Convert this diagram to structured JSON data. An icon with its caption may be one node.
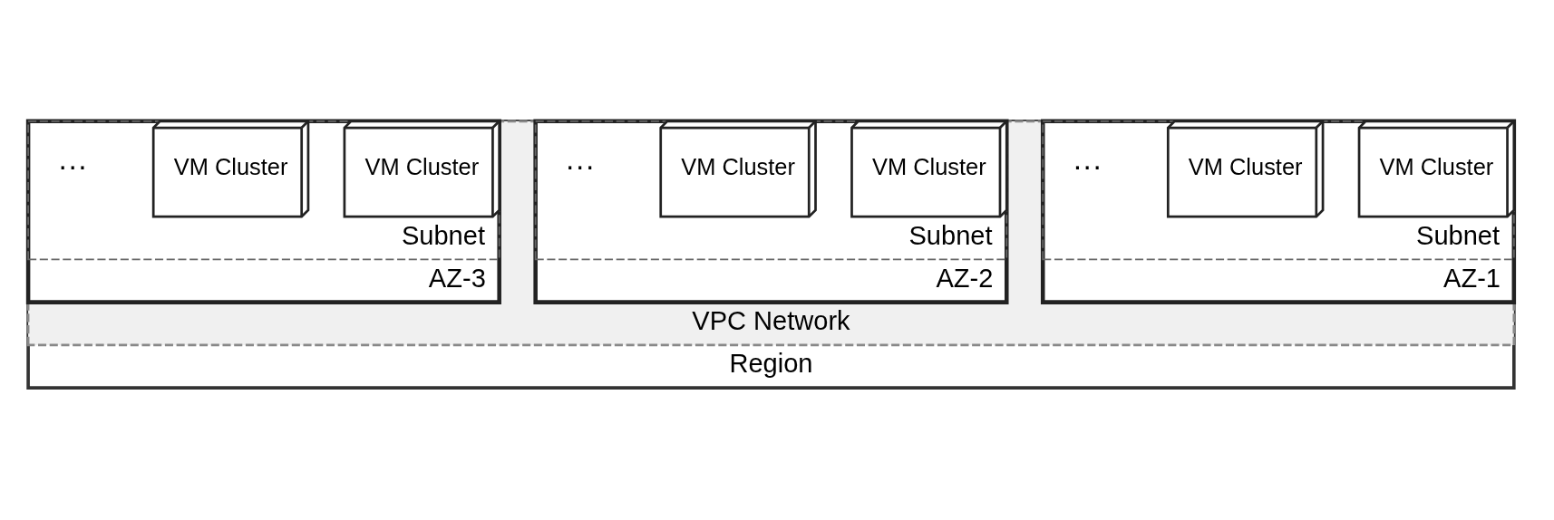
{
  "diagram": {
    "nodes": [
      {
        "text": [
          "Region"
        ]
      },
      {
        "text": [
          "VPC Network"
        ],
        "in": 0
      },
      {
        "text": [
          "AZ-1"
        ],
        "in": 1
      },
      {
        "text": [
          "Subnet"
        ],
        "in": 2
      },
      {
        "text": [
          "VM Cluster"
        ],
        "in": 3
      },
      {
        "text": [
          "VM Cluster"
        ],
        "in": 3
      },
      {
        "text": [
          "AZ-2"
        ],
        "in": 1
      },
      {
        "text": [
          "Subnet"
        ],
        "in": 6
      },
      {
        "text": [
          "VM Cluster"
        ],
        "in": 7
      },
      {
        "text": [
          "VM Cluster"
        ],
        "in": 7
      },
      {
        "text": [
          "AZ-3"
        ],
        "in": 1
      },
      {
        "text": [
          "Subnet"
        ],
        "in": 10
      },
      {
        "text": [
          "VM Cluster"
        ],
        "in": 11
      },
      {
        "text": [
          "VM Cluster"
        ],
        "in": 11
      }
    ],
    "labels": [
      "···",
      "···",
      "···"
    ]
  }
}
